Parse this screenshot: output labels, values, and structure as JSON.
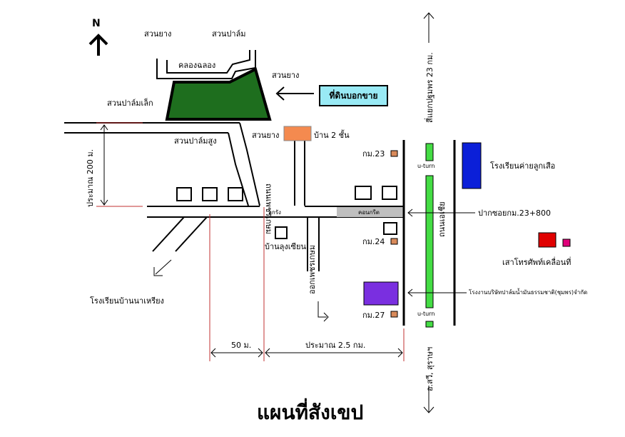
{
  "compass": {
    "north": "N"
  },
  "callout": "ที่ดินบอกขาย",
  "title": "แผนที่สังเขป",
  "labels": {
    "rubber_top_left": "สวนยาง",
    "palm_top": "สวนปาล์ม",
    "canal": "คลองฉลอง",
    "rubber_right": "สวนยาง",
    "small_palm": "สวนปาล์มเล็ก",
    "tall_palm": "สวนปาล์มสูง",
    "rubber_mid": "สวนยาง",
    "house_2_floor": "บ้าน 2 ชั้น",
    "km23": "กม.23",
    "km24": "กม.24",
    "km27": "กม.27",
    "lukrang": "ลูกรัง",
    "concrete": "คอนกรีต",
    "ban_lung_sian": "บ้านลุงเซียน",
    "school_camp": "โรงเรียนค่ายลูกเสือ",
    "soi_entrance": "ปากซอยกม.23+800",
    "cell_tower": "เสาโทรศัพท์เคลื่อนที่",
    "factory": "โรงงานบริษัทปาล์มน้ำมันธรรมชาติ(ชุมพร)จำกัด",
    "school_nariang": "โรงเรียนบ้านนาเหรียง",
    "uturn_top": "u-turn",
    "uturn_bottom": "u-turn",
    "dist_50": "50 ม.",
    "dist_25km": "ประมาณ 2.5 กม.",
    "dist_200": "ประมาณ 200 ม.",
    "road_top": "สี่แยกปฐมพร 23 กม.",
    "road_bottom": "อ.สวี, สุราษฯ",
    "highway": "ถนนเอเชีย",
    "road_phet": "ถนนเพชรเกษม",
    "exit_phet": "ออกเพชรเกษม"
  },
  "colors": {
    "land": "#1e6e1e",
    "callout": "#99eaf5",
    "house": "#f48a4f",
    "km_marker": "#d98a5a",
    "median": "#44dd44",
    "concrete": "#bfbfbf",
    "school": "#0b1fd8",
    "factory": "#7a2fe0",
    "tower_big": "#e00000",
    "tower_small": "#e0007a",
    "guide": "#c03030"
  }
}
